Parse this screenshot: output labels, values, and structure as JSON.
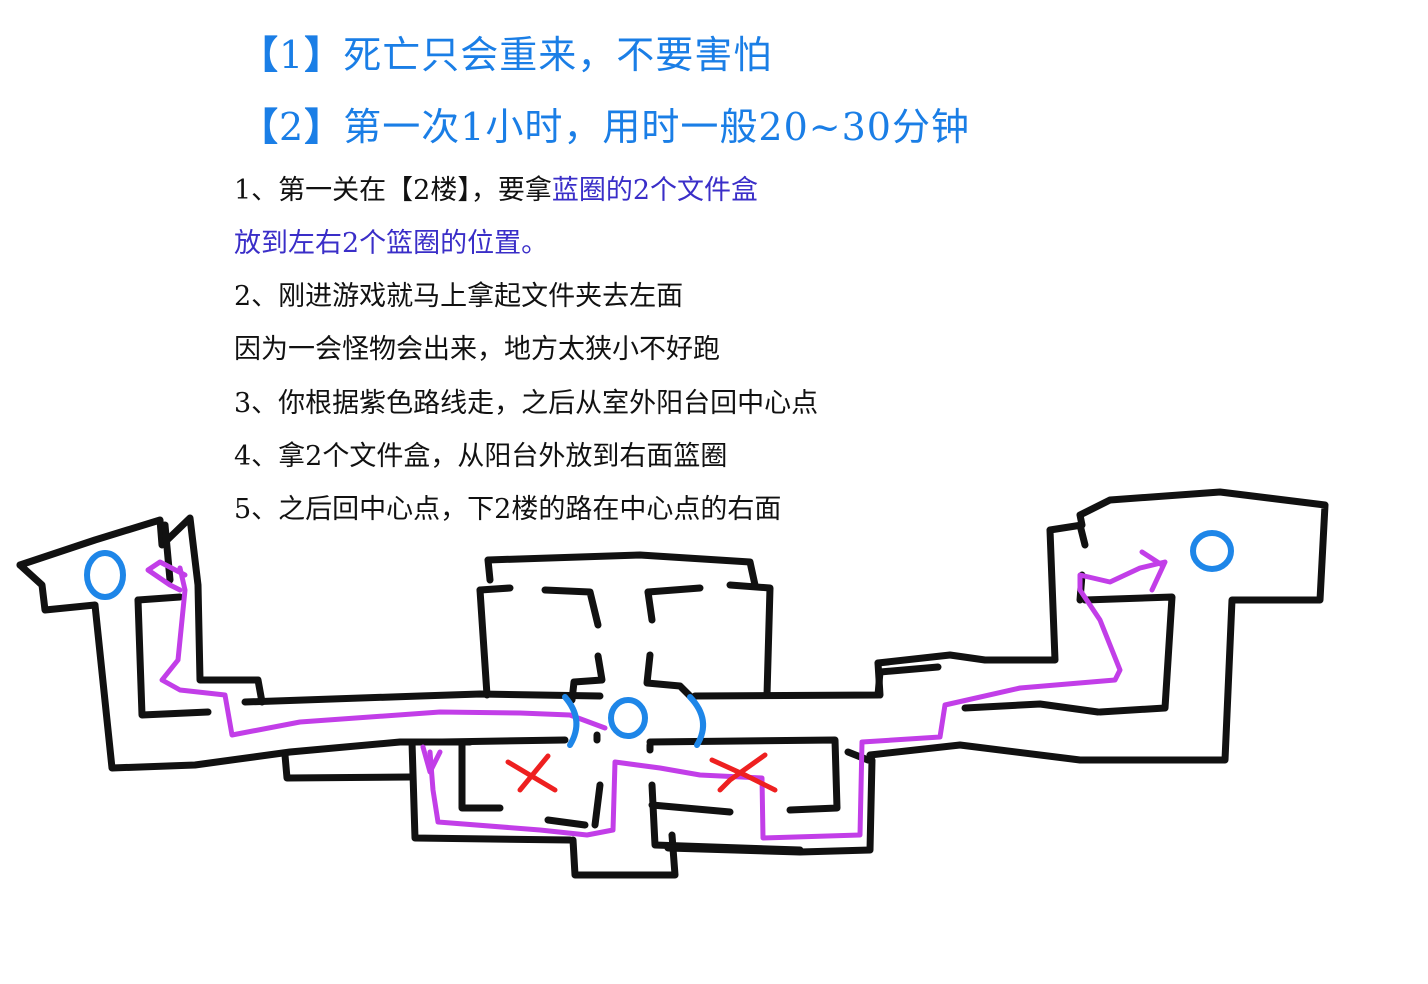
{
  "tips": [
    {
      "number": "1",
      "bracket_open": "【",
      "bracket_close": "】",
      "text": "死亡只会重来，不要害怕"
    },
    {
      "number": "2",
      "bracket_open": "【",
      "bracket_close": "】",
      "text": "第一次1小时，用时一般20~30分钟"
    }
  ],
  "steps": {
    "s1_prefix": "1、第一关在【2楼】，要拿",
    "s1_highlight": "蓝圈的2个文件盒",
    "s1_line2": "放到左右2个篮圈的位置。",
    "s2_line1": "2、刚进游戏就马上拿起文件夹去左面",
    "s2_line2": "因为一会怪物会出来，地方太狭小不好跑",
    "s3": "3、你根据紫色路线走，之后从室外阳台回中心点",
    "s4": "4、拿2个文件盒，从阳台外放到右面篮圈",
    "s5": "5、之后回中心点，下2楼的路在中心点的右面"
  },
  "map": {
    "legend": {
      "wall_color": "#111111",
      "route_color": "#c23ee8",
      "target_color": "#1e86e8",
      "danger_color": "#ee2020"
    },
    "markers": [
      {
        "type": "target-circle",
        "label": "O",
        "position": "left-room"
      },
      {
        "type": "target-circle",
        "label": "O",
        "position": "center"
      },
      {
        "type": "target-circle",
        "label": "O",
        "position": "right-room"
      },
      {
        "type": "danger-x",
        "label": "X",
        "position": "center-left-room"
      },
      {
        "type": "danger-x",
        "label": "X",
        "position": "center-right-room"
      }
    ]
  }
}
